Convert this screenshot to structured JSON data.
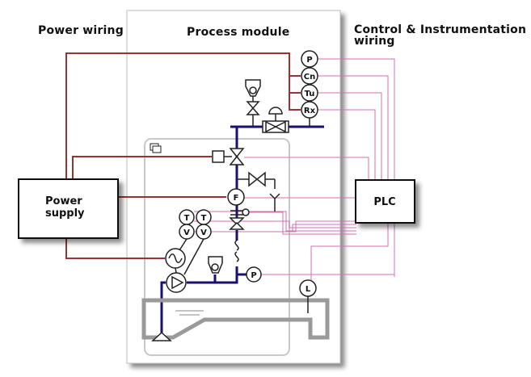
{
  "headers": {
    "power_wiring": "Power wiring",
    "process_module": "Process  module",
    "control_line1": "Control & Instrumentation",
    "control_line2": "wiring"
  },
  "boxes": {
    "power_supply_line1": "Power",
    "power_supply_line2": "supply",
    "plc": "PLC"
  },
  "instruments": {
    "p_top": "P",
    "cn": "Cn",
    "tu": "Tu",
    "rx": "Rx",
    "flow": "F",
    "t1": "T",
    "t2": "T",
    "v1": "V",
    "v2": "V",
    "p_pump": "P",
    "level": "L"
  },
  "colors": {
    "power_wire": "#993333",
    "control_wire": "#d46fb0",
    "process_pipe": "#1a1070",
    "enclosure_border": "#c8c8c8",
    "tank": "#9a9a9a"
  }
}
